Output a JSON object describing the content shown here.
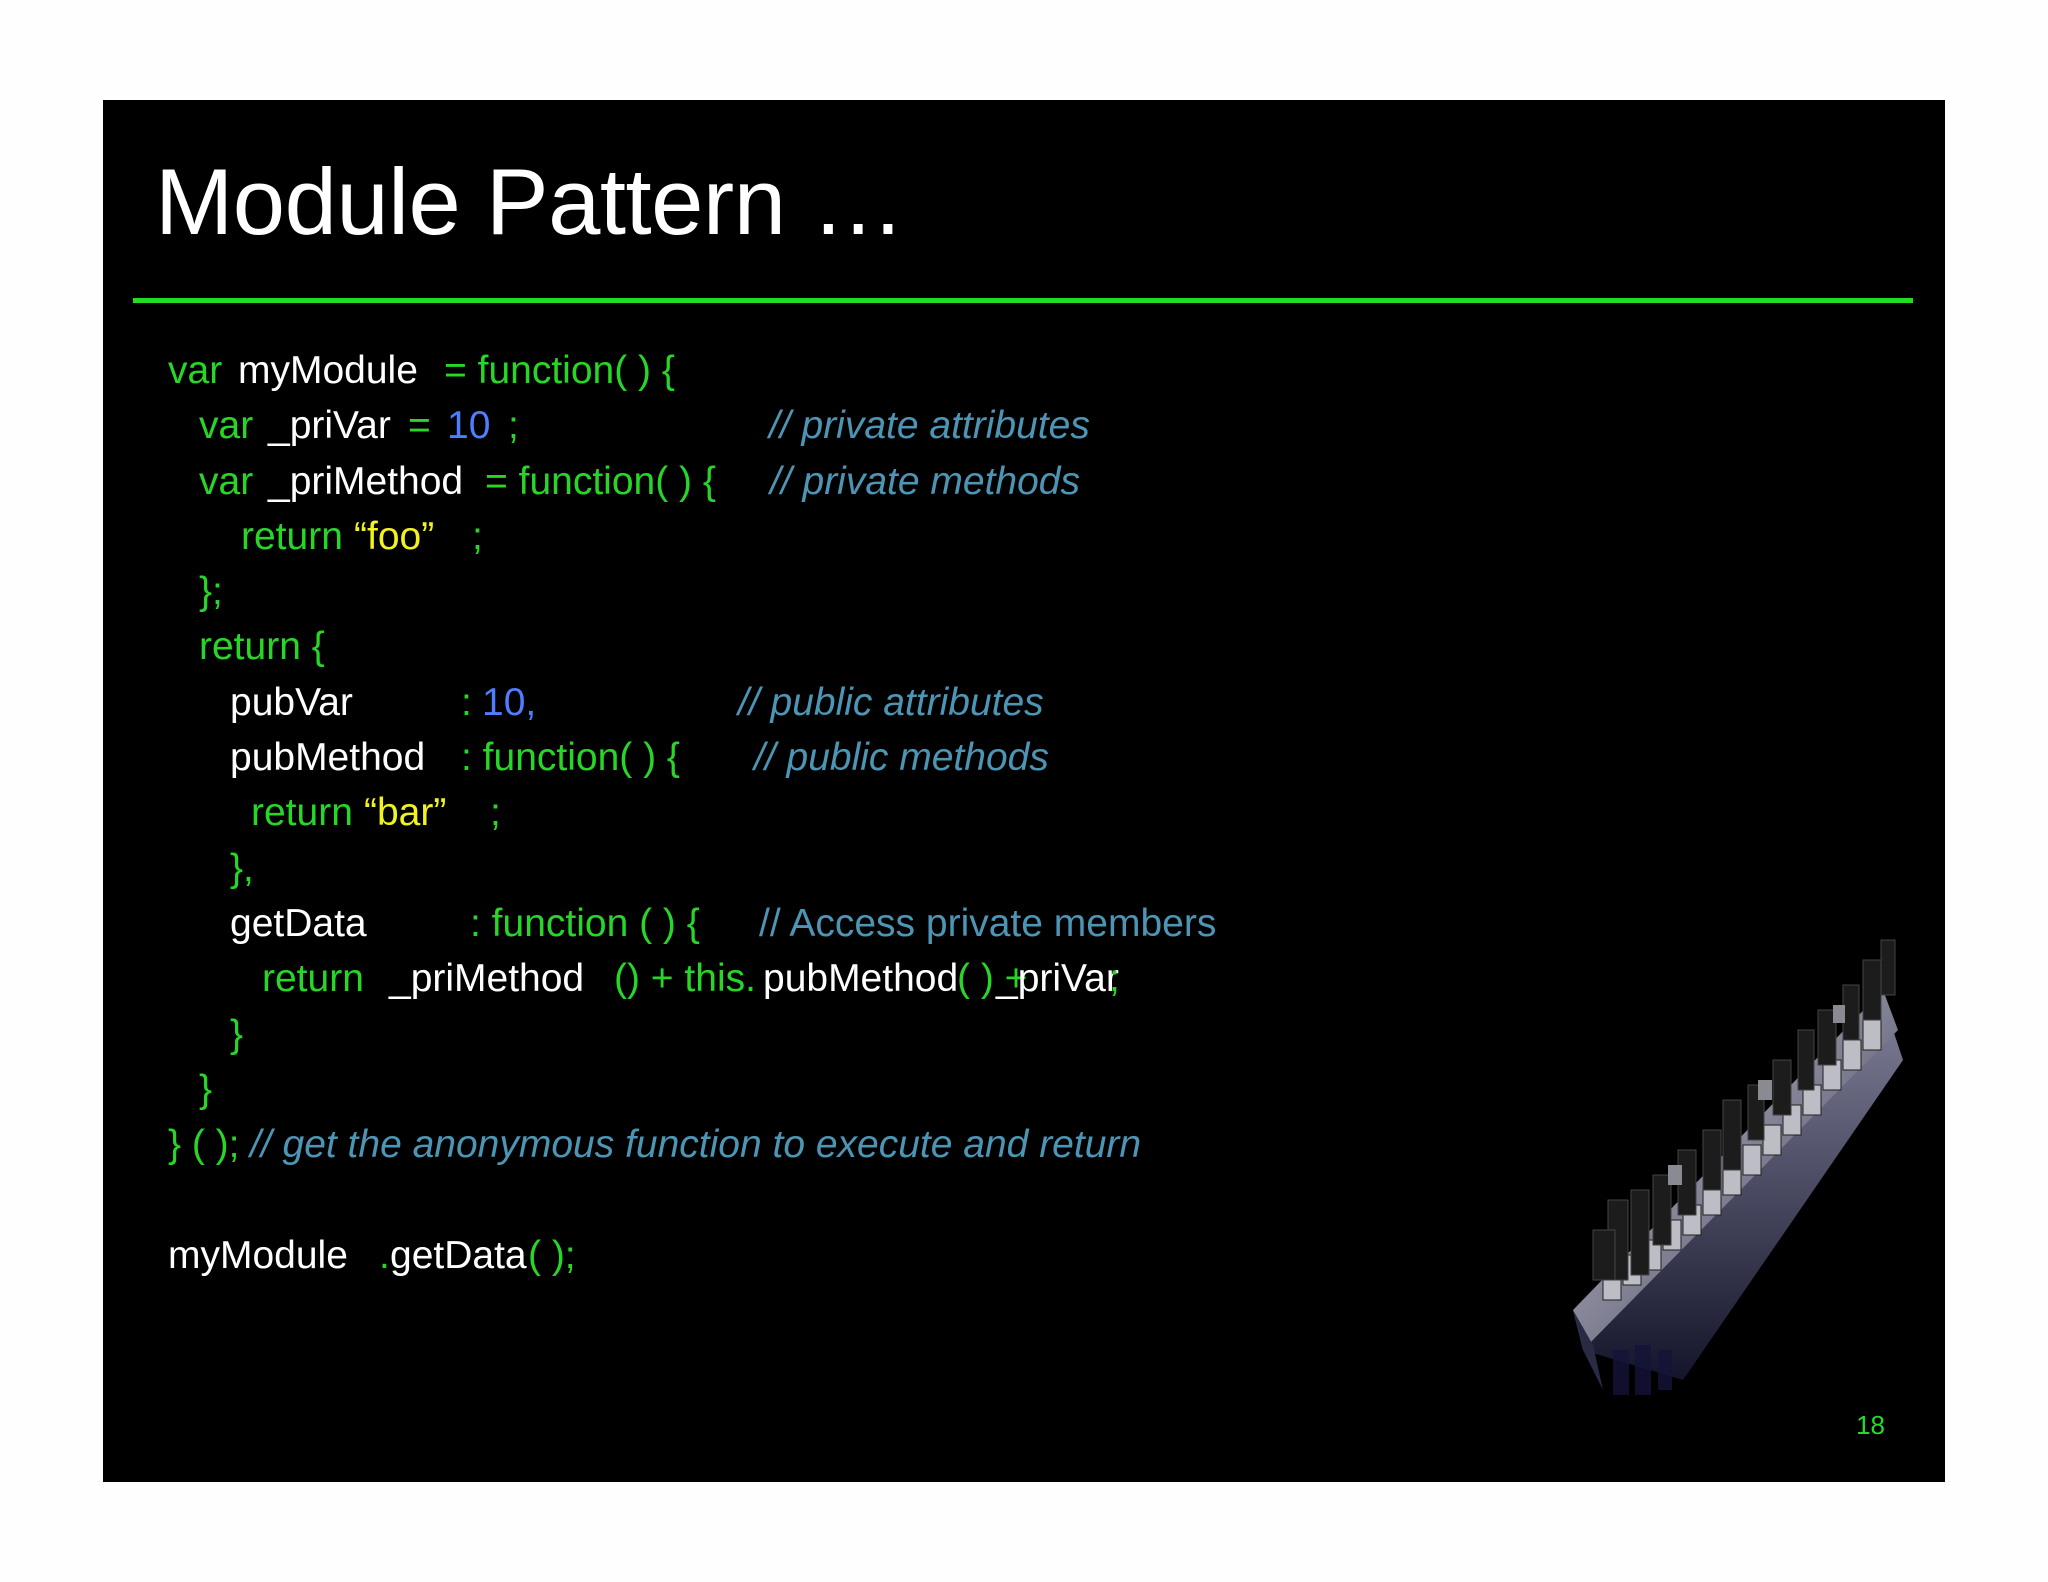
{
  "slide": {
    "title": "Module Pattern …",
    "page_number": "18",
    "accent_color": "#22dd22",
    "background_color": "#000000"
  },
  "code": {
    "lines": [
      [
        {
          "t": "var ",
          "c": "kw"
        },
        {
          "t": "myModule ",
          "c": "id"
        },
        {
          "t": "= function( ) {",
          "c": "kw"
        }
      ],
      [
        {
          "t": "var ",
          "c": "kw"
        },
        {
          "t": "_priVar ",
          "c": "id"
        },
        {
          "t": "= ",
          "c": "kw"
        },
        {
          "t": "10",
          "c": "num"
        },
        {
          "t": ";",
          "c": "kw"
        },
        {
          "t": "// private attributes",
          "c": "cm"
        }
      ],
      [
        {
          "t": "var ",
          "c": "kw"
        },
        {
          "t": "_priMethod ",
          "c": "id"
        },
        {
          "t": "= function( ) {",
          "c": "kw"
        },
        {
          "t": "// private methods",
          "c": "cm"
        }
      ],
      [
        {
          "t": "return ",
          "c": "kw"
        },
        {
          "t": "“foo”",
          "c": "str"
        },
        {
          "t": ";",
          "c": "kw"
        }
      ],
      [
        {
          "t": "};",
          "c": "kw"
        }
      ],
      [
        {
          "t": "return {",
          "c": "kw"
        }
      ],
      [
        {
          "t": "pubVar",
          "c": "id"
        },
        {
          "t": ": ",
          "c": "kw"
        },
        {
          "t": "10,",
          "c": "num"
        },
        {
          "t": "// public attributes",
          "c": "cm"
        }
      ],
      [
        {
          "t": "pubMethod ",
          "c": "id"
        },
        {
          "t": ": function( ) {",
          "c": "kw"
        },
        {
          "t": "// public methods",
          "c": "cm"
        }
      ],
      [
        {
          "t": "return ",
          "c": "kw"
        },
        {
          "t": "“bar”",
          "c": "str"
        },
        {
          "t": ";",
          "c": "kw"
        }
      ],
      [
        {
          "t": "},",
          "c": "kw"
        }
      ],
      [
        {
          "t": "getData",
          "c": "id"
        },
        {
          "t": ": function ( ) {",
          "c": "kw"
        },
        {
          "t": "// Access private members",
          "c": "cm2"
        }
      ],
      [
        {
          "t": "return ",
          "c": "kw"
        },
        {
          "t": "_priMethod",
          "c": "id"
        },
        {
          "t": "() + this.",
          "c": "kw"
        },
        {
          "t": "pubMethod",
          "c": "id"
        },
        {
          "t": "( ) +",
          "c": "kw"
        },
        {
          "t": "_priVar",
          "c": "id"
        },
        {
          "t": ";",
          "c": "kw"
        }
      ],
      [
        {
          "t": "}",
          "c": "kw"
        }
      ],
      [
        {
          "t": "}",
          "c": "kw"
        }
      ],
      [
        {
          "t": "} ( ); ",
          "c": "kw"
        },
        {
          "t": "// get the anonymous function to execute and return",
          "c": "cm"
        }
      ],
      [],
      [
        {
          "t": "myModule",
          "c": "id"
        },
        {
          "t": ".",
          "c": "kw"
        },
        {
          "t": "getData",
          "c": "id"
        },
        {
          "t": "( );",
          "c": "kw"
        }
      ]
    ]
  }
}
